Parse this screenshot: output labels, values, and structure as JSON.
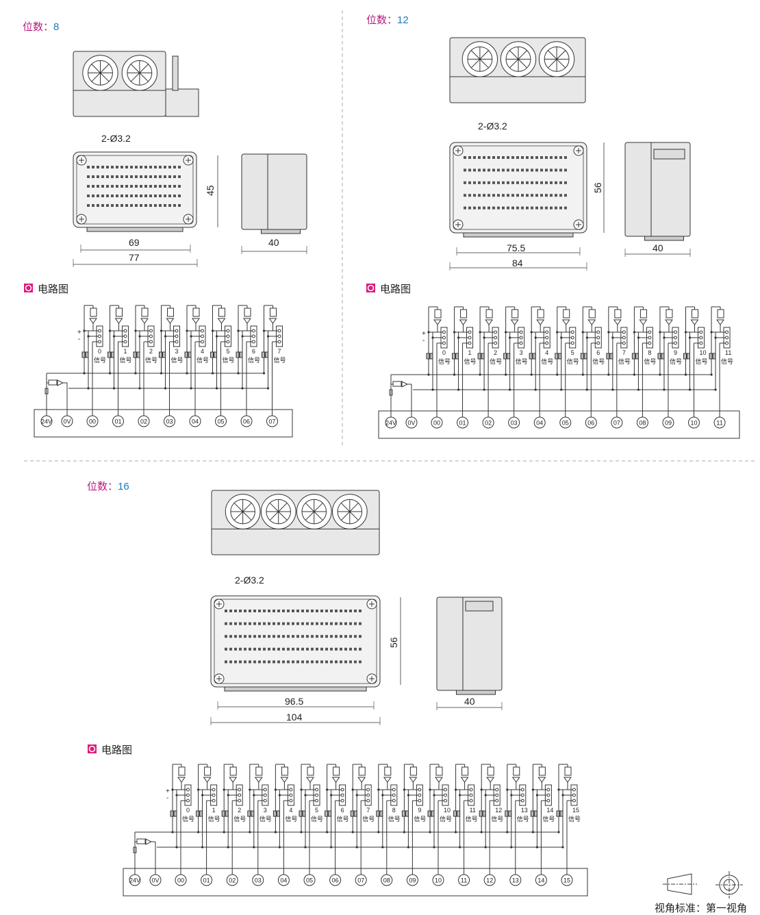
{
  "colors": {
    "title": "#b5197e",
    "number": "#1a7bc0",
    "legend_marker": "#e0197e"
  },
  "sections": [
    {
      "title": "位数：",
      "count": "8",
      "legend": "电路图",
      "dims": {
        "holes": "2-Ø3.2",
        "inner_width": "69",
        "outer_width": "77",
        "height": "45",
        "depth": "40"
      },
      "channels": [
        "0",
        "1",
        "2",
        "3",
        "4",
        "5",
        "6",
        "7"
      ],
      "signal_label": "信号",
      "terminals": [
        "24V",
        "0V",
        "00",
        "01",
        "02",
        "03",
        "04",
        "05",
        "06",
        "07"
      ]
    },
    {
      "title": "位数：",
      "count": "12",
      "legend": "电路图",
      "dims": {
        "holes": "2-Ø3.2",
        "inner_width": "75.5",
        "outer_width": "84",
        "height": "56",
        "depth": "40"
      },
      "channels": [
        "0",
        "1",
        "2",
        "3",
        "4",
        "5",
        "6",
        "7",
        "8",
        "9",
        "10",
        "11"
      ],
      "signal_label": "信号",
      "terminals": [
        "24V",
        "0V",
        "00",
        "01",
        "02",
        "03",
        "04",
        "05",
        "06",
        "07",
        "08",
        "09",
        "10",
        "11"
      ]
    },
    {
      "title": "位数：",
      "count": "16",
      "legend": "电路图",
      "dims": {
        "holes": "2-Ø3.2",
        "inner_width": "96.5",
        "outer_width": "104",
        "height": "56",
        "depth": "40"
      },
      "channels": [
        "0",
        "1",
        "2",
        "3",
        "4",
        "5",
        "6",
        "7",
        "8",
        "9",
        "10",
        "11",
        "12",
        "13",
        "14",
        "15"
      ],
      "signal_label": "信号",
      "terminals": [
        "24V",
        "0V",
        "00",
        "01",
        "02",
        "03",
        "04",
        "05",
        "06",
        "07",
        "08",
        "09",
        "10",
        "11",
        "12",
        "13",
        "14",
        "15"
      ]
    }
  ],
  "footer": {
    "label": "视角标准：第一视角"
  }
}
